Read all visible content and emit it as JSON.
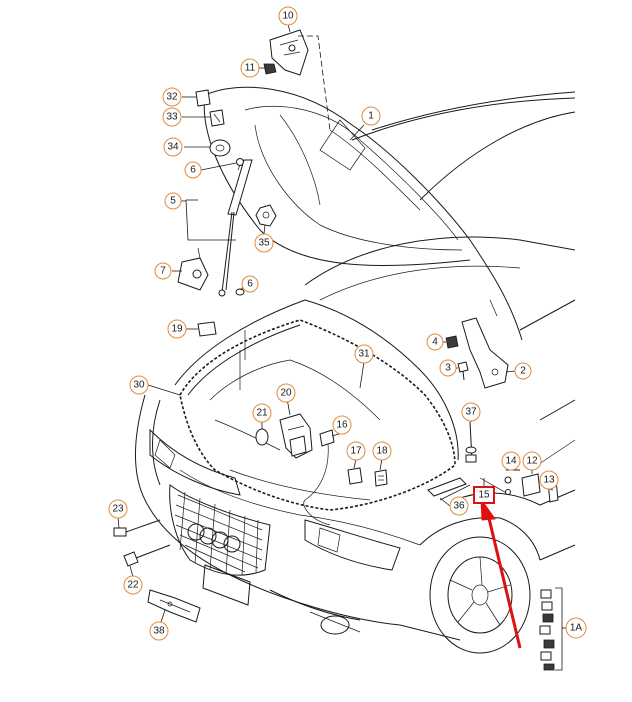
{
  "colors": {
    "callout_ring": "#e08a3a",
    "highlight": "#e01010",
    "line": "#1a1a1a"
  },
  "highlighted_part": "15",
  "callouts": {
    "c1": "1",
    "c1A": "1A",
    "c2": "2",
    "c3": "3",
    "c4": "4",
    "c5": "5",
    "c6a": "6",
    "c6b": "6",
    "c7": "7",
    "c10": "10",
    "c11": "11",
    "c12": "12",
    "c13": "13",
    "c14": "14",
    "c15": "15",
    "c16": "16",
    "c17": "17",
    "c18": "18",
    "c19": "19",
    "c20": "20",
    "c21": "21",
    "c22": "22",
    "c23": "23",
    "c30": "30",
    "c31": "31",
    "c32": "32",
    "c33": "33",
    "c34": "34",
    "c35": "35",
    "c36": "36",
    "c37": "37",
    "c38": "38"
  }
}
